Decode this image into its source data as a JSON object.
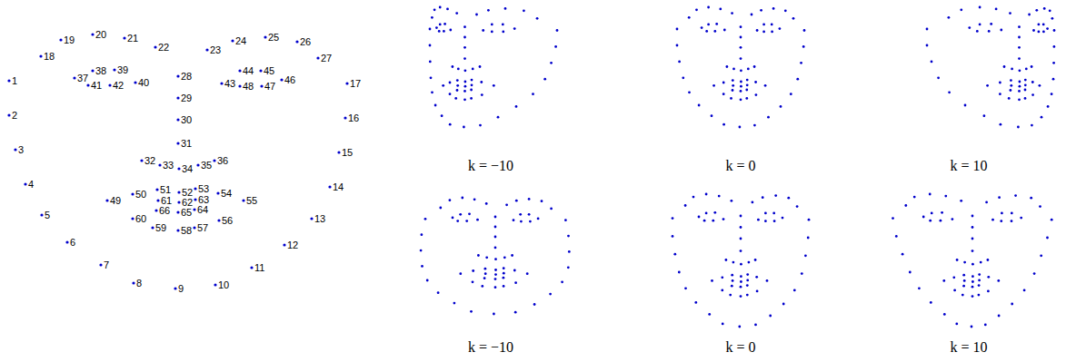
{
  "diagram": {
    "labels": [
      "1",
      "2",
      "3",
      "4",
      "5",
      "6",
      "7",
      "8",
      "9",
      "10",
      "11",
      "12",
      "13",
      "14",
      "15",
      "16",
      "17",
      "18",
      "19",
      "20",
      "21",
      "22",
      "23",
      "24",
      "25",
      "26",
      "27",
      "28",
      "29",
      "30",
      "31",
      "32",
      "33",
      "34",
      "35",
      "36",
      "37",
      "38",
      "39",
      "40",
      "41",
      "42",
      "43",
      "44",
      "45",
      "46",
      "47",
      "48",
      "49",
      "50",
      "51",
      "52",
      "53",
      "54",
      "55",
      "56",
      "57",
      "58",
      "59",
      "60",
      "61",
      "62",
      "63",
      "64",
      "65",
      "66",
      "k = −10",
      "k = 0",
      "k = 10",
      "k = −10",
      "k = 0",
      "k = 10"
    ]
  }
}
